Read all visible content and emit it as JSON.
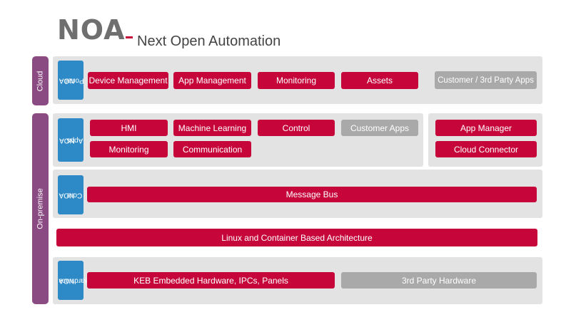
{
  "header": {
    "logo_text": "NOA",
    "tagline": "Next Open Automation",
    "logo_accent_color": "#c6063b"
  },
  "side_labels": {
    "cloud": "Cloud",
    "on_premise": "On-premise"
  },
  "layers": {
    "portal": {
      "label_line1": "NOA",
      "label_line2": "Portal",
      "items": [
        "Device Management",
        "App Management",
        "Monitoring",
        "Assets"
      ],
      "third_party": "Customer / 3rd Party Apps"
    },
    "apps": {
      "label_line1": "NOA",
      "label_line2": "Apps",
      "row1": [
        "HMI",
        "Machine Learning",
        "Control"
      ],
      "customer_apps": "Customer Apps",
      "row2": [
        "Monitoring",
        "Communication"
      ],
      "right": [
        "App Manager",
        "Cloud Connector"
      ]
    },
    "core": {
      "label_line1": "NOA",
      "label_line2": "Core",
      "message_bus": "Message Bus"
    },
    "linux": "Linux and Container Based Architecture",
    "hardware": {
      "label_line1": "NOA",
      "label_line2": "Hardware",
      "keb": "KEB Embedded Hardware, IPCs, Panels",
      "third_party": "3rd Party Hardware"
    }
  },
  "colors": {
    "red": "#c6063b",
    "gray": "#a9a9a9",
    "blue": "#2d8ac7",
    "purple": "#8a4a82",
    "panel": "#e3e3e3"
  }
}
